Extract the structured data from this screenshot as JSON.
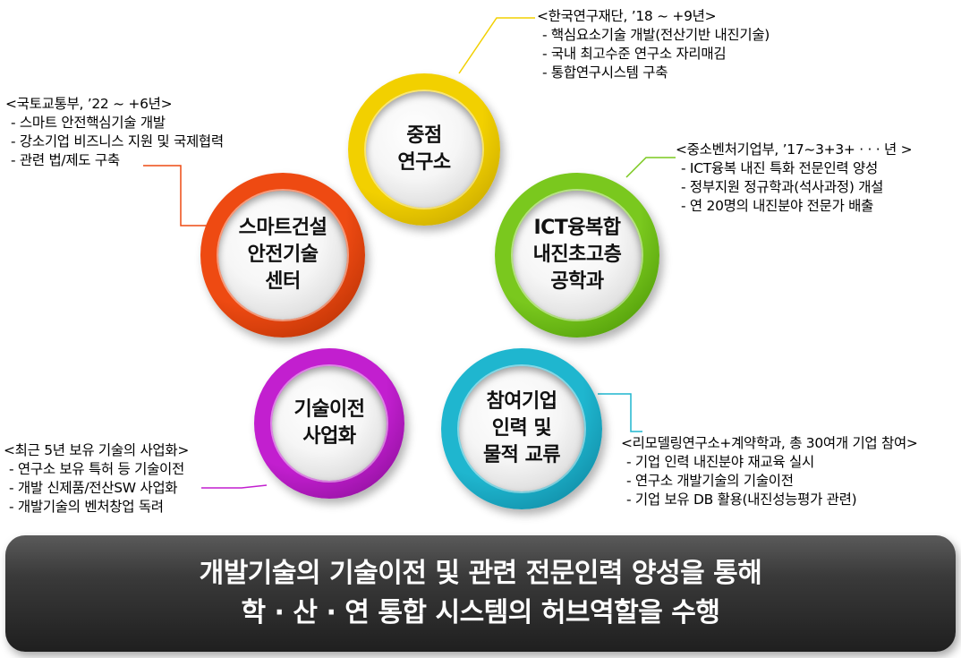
{
  "nodes": [
    {
      "id": "center",
      "label": "중점\n연구소",
      "color": "#f2d000",
      "color_dark": "#b89a00",
      "note": {
        "header": "<한국연구재단, ’18 ~ +9년>",
        "items": [
          "핵심요소기술 개발(전산기반 내진기술)",
          "국내 최고수준 연구소 자리매김",
          "통합연구시스템 구축"
        ]
      }
    },
    {
      "id": "smart",
      "label": "스마트건설\n안전기술\n센터",
      "color": "#ee4a12",
      "color_dark": "#a82a00",
      "note": {
        "header": "<국토교통부, ’22 ~ +6년>",
        "items": [
          "스마트 안전핵심기술 개발",
          "강소기업 비즈니스 지원 및 국제협력",
          "관련 법/제도 구축"
        ]
      }
    },
    {
      "id": "ict",
      "label": "ICT융복합\n내진초고층\n공학과",
      "color": "#7ac81e",
      "color_dark": "#3f8a00",
      "note": {
        "header": "<중소벤처기업부, ’17~3+3+  · · · 년 >",
        "items": [
          "ICT융복 내진 특화 전문인력 양성",
          "정부지원 정규학과(석사과정) 개설",
          "연 20명의 내진분야 전문가 배출"
        ]
      }
    },
    {
      "id": "transfer",
      "label": "기술이전\n사업화",
      "color": "#c21fcf",
      "color_dark": "#7d0a8a",
      "note": {
        "header": "<최근 5년 보유 기술의 사업화>",
        "items": [
          "연구소 보유 특허 등 기술이전",
          "개발 신제품/전산SW 사업화",
          "개발기술의 벤처창업 독려"
        ]
      }
    },
    {
      "id": "exchange",
      "label": "참여기업\n인력 및\n물적 교류",
      "color": "#1fb6cf",
      "color_dark": "#0a7a94",
      "note": {
        "header": "<리모델링연구소+계약학과, 총 30여개 기업 참여>",
        "items": [
          "기업 인력 내진분야 재교육 실시",
          "연구소 개발기술의 기술이전",
          "기업 보유 DB 활용(내진성능평가 관련)"
        ]
      }
    }
  ],
  "banner": {
    "line1": "개발기술의 기술이전 및 관련 전문인력 양성을 통해",
    "line2": "학 · 산 · 연 통합 시스템의 허브역할을 수행"
  }
}
